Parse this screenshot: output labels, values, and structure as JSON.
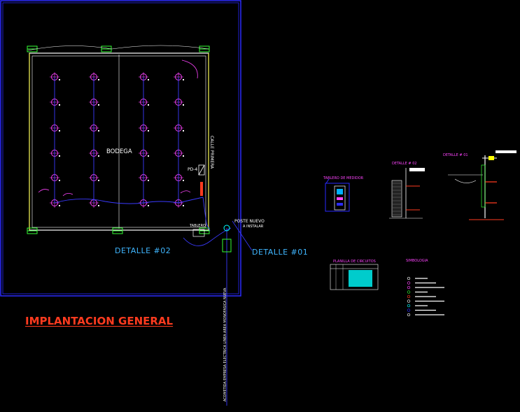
{
  "title": "IMPLANTACION GENERAL",
  "room_label": "BODEGA",
  "street_label": "CALLE PRIMERA",
  "panel_label": "PD-4",
  "meter_label": "TABLERO",
  "detail_02": "DETALLE  #02",
  "detail_01": "DETALLE  #01",
  "new_pole": "POSTE NUEVO",
  "new_pole_sub": "A INSTALAR",
  "acometida": "ACOMETIDA EMPRESA ELECTRICA LINEA AREA MONOFASICA NUEVA",
  "detail_titles": [
    "TABLERO DE MEDIDOR",
    "DETALLE # 02",
    "DETALLE # 01"
  ],
  "circuits_title": "PLANILLA DE CIRCUITOS",
  "legend_title": "SIMBOLOGIA",
  "colors": {
    "frame": "#2a2aff",
    "wall": "#ffffff",
    "fixture": "#ff44ff",
    "wiring": "#3a3aff",
    "accent": "#ff3b1f",
    "detail": "#3fb6ff",
    "green": "#33ff33",
    "yellow": "#ffff00",
    "cyan": "#00ffff"
  }
}
